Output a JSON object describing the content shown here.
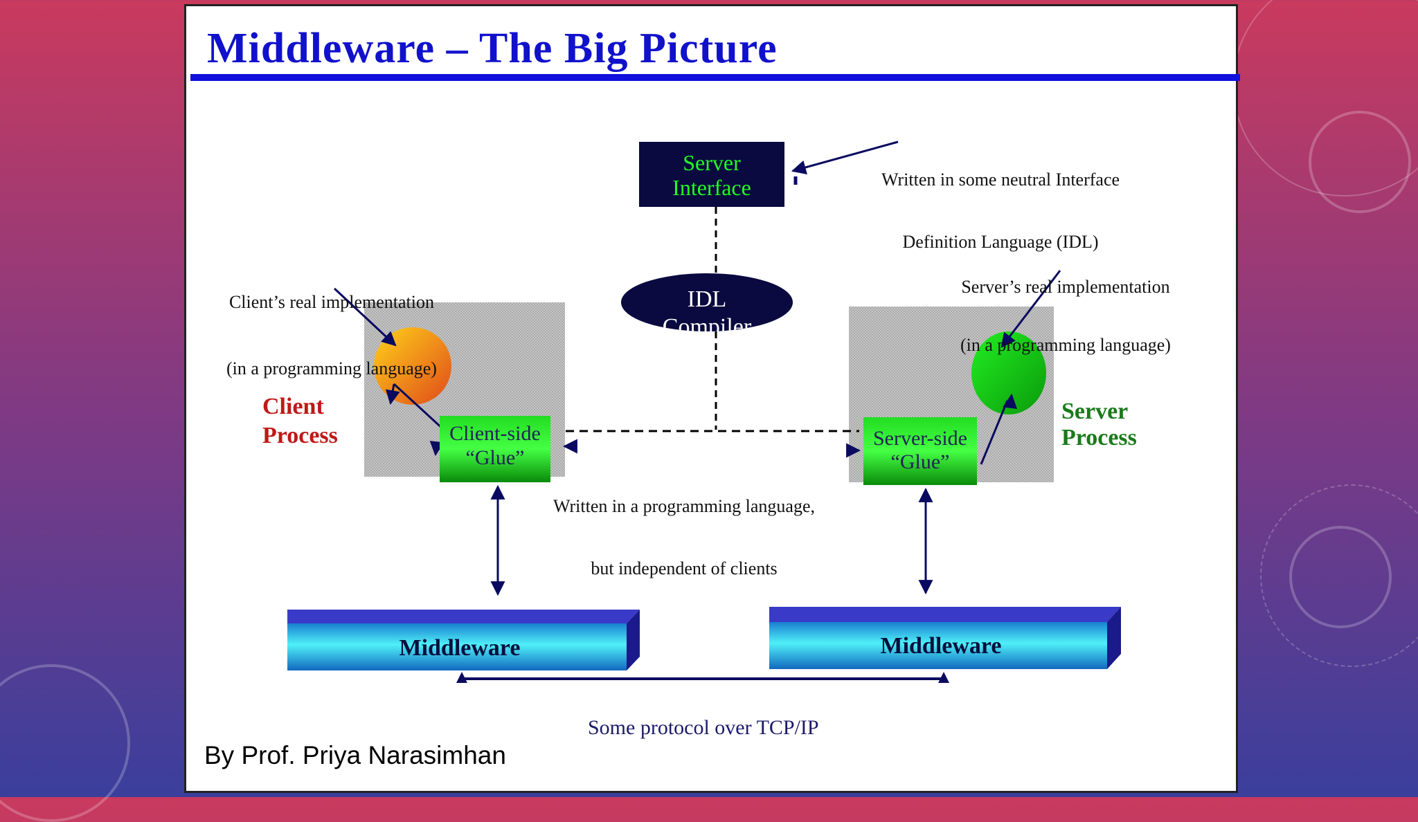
{
  "slide": {
    "title": "Middleware – The Big Picture",
    "author": "By Prof. Priya Narasimhan"
  },
  "diagram": {
    "server_interface": [
      "Server",
      "Interface"
    ],
    "idl_note": [
      "Written in some neutral Interface",
      "Definition Language (IDL)"
    ],
    "idl_compiler": [
      "IDL",
      "Compiler"
    ],
    "client_note": [
      "Client’s real implementation",
      "(in a programming language)"
    ],
    "server_note": [
      "Server’s real implementation",
      "(in a programming language)"
    ],
    "client_process": [
      "Client",
      "Process"
    ],
    "server_process": [
      "Server",
      "Process"
    ],
    "client_glue": [
      "Client-side",
      "“Glue”"
    ],
    "server_glue": [
      "Server-side",
      "“Glue”"
    ],
    "glue_note": [
      "Written in a programming language,",
      "but independent of clients"
    ],
    "middleware_left": "Middleware",
    "middleware_right": "Middleware",
    "protocol": "Some protocol over TCP/IP"
  },
  "colors": {
    "title": "#1111cc",
    "client_process": "#c01818",
    "server_process": "#1a7a1a",
    "box_text": "#22ff22",
    "navy": "#0a0a40"
  }
}
